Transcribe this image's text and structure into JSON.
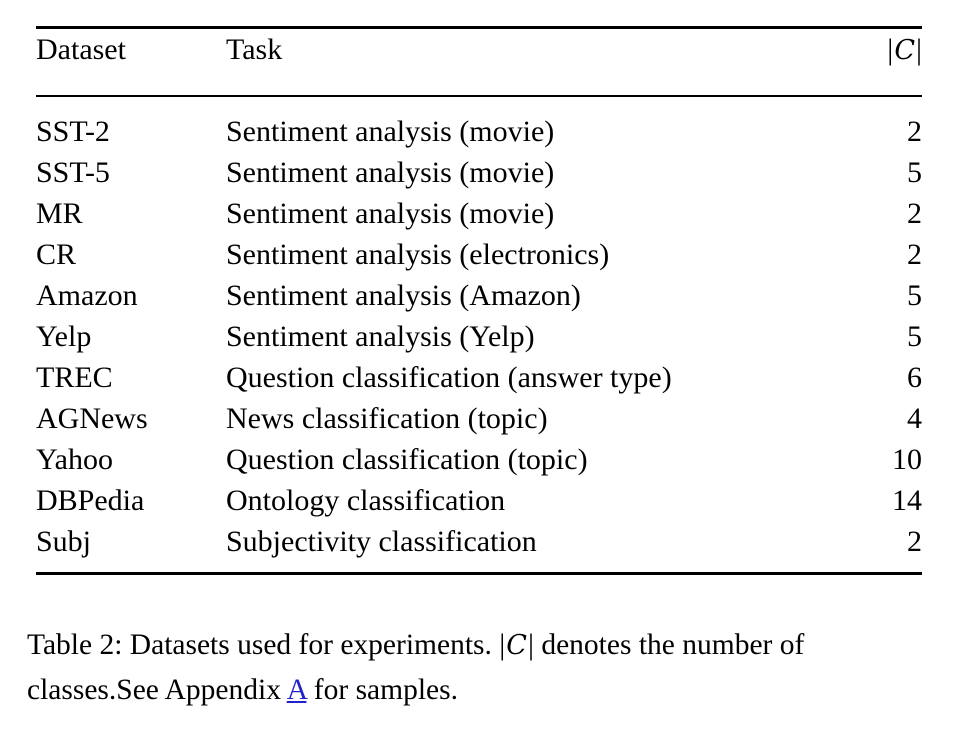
{
  "caption": {
    "label": "Table 2:",
    "text_before_symbol": " Datasets used for experiments. ",
    "symbol": "|C|",
    "text_after_symbol": " denotes the number of classes.See Appendix ",
    "link_text": "A",
    "text_tail": " for samples.",
    "full_text": "Table 2: Datasets used for experiments. |C| denotes the number of classes.See Appendix A for samples.",
    "link_color": "#2222cc"
  },
  "table": {
    "columns": [
      {
        "key": "dataset",
        "label": "Dataset",
        "align": "left"
      },
      {
        "key": "task",
        "label": "Task",
        "align": "left"
      },
      {
        "key": "count",
        "label": "|C|",
        "align": "right"
      }
    ],
    "rows": [
      {
        "dataset": "SST-2",
        "task": "Sentiment analysis (movie)",
        "count": "2"
      },
      {
        "dataset": "SST-5",
        "task": "Sentiment analysis (movie)",
        "count": "5"
      },
      {
        "dataset": "MR",
        "task": "Sentiment analysis (movie)",
        "count": "2"
      },
      {
        "dataset": "CR",
        "task": "Sentiment analysis (electronics)",
        "count": "2"
      },
      {
        "dataset": "Amazon",
        "task": "Sentiment analysis (Amazon)",
        "count": "5"
      },
      {
        "dataset": "Yelp",
        "task": "Sentiment analysis (Yelp)",
        "count": "5"
      },
      {
        "dataset": "TREC",
        "task": "Question classification (answer type)",
        "count": "6"
      },
      {
        "dataset": "AGNews",
        "task": "News classification (topic)",
        "count": "4"
      },
      {
        "dataset": "Yahoo",
        "task": "Question classification (topic)",
        "count": "10"
      },
      {
        "dataset": "DBPedia",
        "task": "Ontology classification",
        "count": "14"
      },
      {
        "dataset": "Subj",
        "task": "Subjectivity classification",
        "count": "2"
      }
    ]
  },
  "colors": {
    "background": "#ffffff",
    "text": "#000000",
    "rule": "#000000",
    "link": "#2222cc"
  }
}
